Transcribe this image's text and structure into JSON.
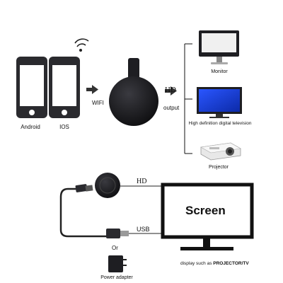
{
  "phones": {
    "android_label": "Android",
    "ios_label": "IOS"
  },
  "links": {
    "wifi_label": "WIFI",
    "hd_label": "HD",
    "hd_output_label": "output"
  },
  "outputs": {
    "monitor_label": "Monitor",
    "tv_label": "High definition digital television",
    "projector_label": "Projector"
  },
  "connection": {
    "hd_label": "HD",
    "usb_label": "USB",
    "or_label": "Or",
    "power_adapter_label": "Power adapter",
    "screen_text": "Screen",
    "display_note_prefix": "display such as ",
    "display_note_bold": "PROJECTOR/TV"
  },
  "colors": {
    "device_dark": "#1e1e22",
    "tv_blue": "#1a3fd9",
    "line": "#111111"
  }
}
